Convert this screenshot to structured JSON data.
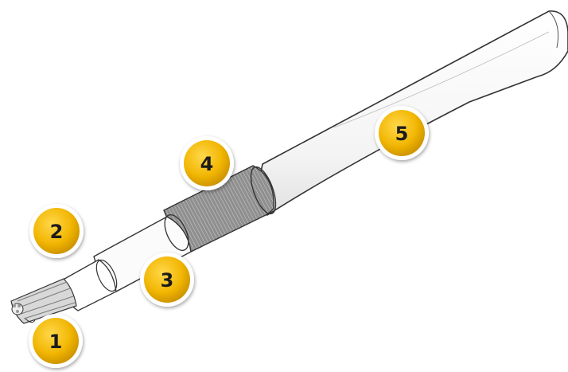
{
  "diagram": {
    "callouts": [
      {
        "id": "1",
        "label": "1"
      },
      {
        "id": "2",
        "label": "2"
      },
      {
        "id": "3",
        "label": "3"
      },
      {
        "id": "4",
        "label": "4"
      },
      {
        "id": "5",
        "label": "5"
      }
    ],
    "colors": {
      "badge_fill": "#f2b705",
      "badge_ring": "#ffffff",
      "badge_text": "#1a1a1a",
      "cable_outline": "#333333",
      "cable_fill": "#ffffff",
      "shield_fill": "#9a9a9a",
      "conductor_fill": "#d8d8d8"
    }
  }
}
